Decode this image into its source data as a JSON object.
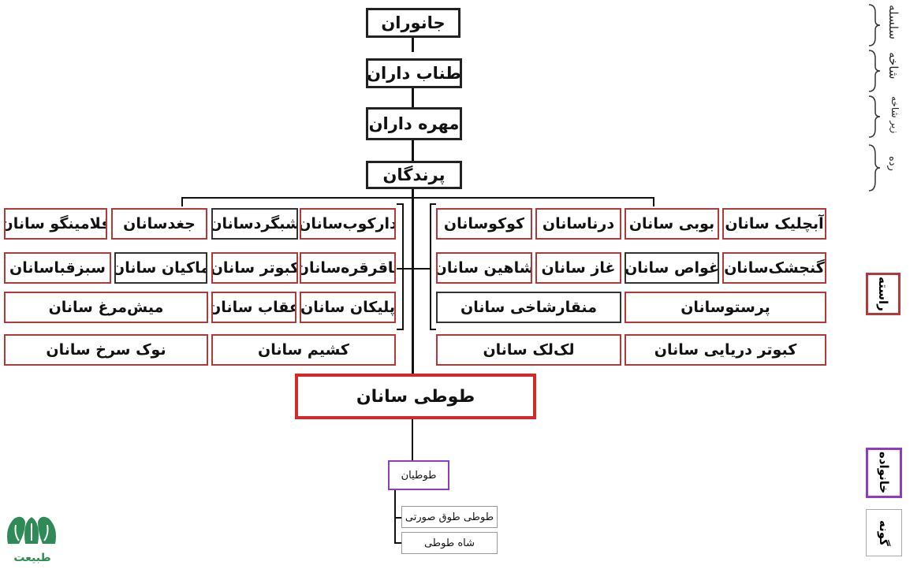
{
  "hierarchy": {
    "kingdom": "جانوران",
    "phylum": "طناب داران",
    "subphylum": "مهره داران",
    "class": "پرندگان"
  },
  "left_orders": [
    [
      "دارکوب‌سانان",
      "شبگردسانان",
      "جغدسانان",
      "فلامینگو سانان"
    ],
    [
      "باقرقره‌سانان",
      "کبوتر سانان",
      "ماکیان سانان",
      "سبزقباسانان"
    ],
    [
      "پلیکان سانان",
      "عقاب سانان",
      "میش‌مرغ سانان"
    ],
    [
      "کشیم سانان",
      "نوک سرخ سانان"
    ]
  ],
  "right_orders": [
    [
      "آبچلیک سانان",
      "بوبی سانان",
      "درناسانان",
      "کوکوسانان"
    ],
    [
      "گنجشک‌سانان",
      "غواص سانان",
      "غاز سانان",
      "شاهین سانان"
    ],
    [
      "پرستوسانان",
      "منقارشاخی سانان"
    ],
    [
      "کبوتر دریایی سانان",
      "لک‌لک سانان"
    ]
  ],
  "highlighted_order": "طوطی سانان",
  "family": "طوطیان",
  "species": [
    "طوطی طوق صورتی",
    "شاه طوطی"
  ],
  "legend": {
    "hierarchy_labels": [
      "سلسله",
      "شاخه",
      "زیر شاخه",
      "رده"
    ],
    "order": "راسته",
    "family": "خانواده",
    "species": "گونه"
  },
  "logo_text": "طبیعت",
  "colors": {
    "red": "#d4282a",
    "order_border": "#b03a3a",
    "purple": "#8e3cc0",
    "logo_green": "#2e8b57"
  }
}
